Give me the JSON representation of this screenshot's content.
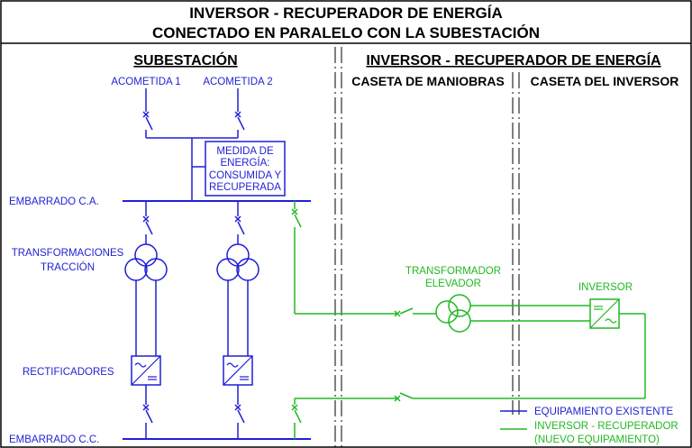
{
  "title": {
    "line1": "INVERSOR - RECUPERADOR DE ENERGÍA",
    "line2": "CONECTADO EN PARALELO CON LA SUBESTACIÓN"
  },
  "sections": {
    "subestacion": "SUBESTACIÓN",
    "inversor": "INVERSOR - RECUPERADOR DE ENERGÍA",
    "caseta_maniobras": "CASETA DE  MANIOBRAS",
    "caseta_inversor": "CASETA DEL INVERSOR"
  },
  "labels": {
    "acometida1": "ACOMETIDA 1",
    "acometida2": "ACOMETIDA 2",
    "medida": [
      "MEDIDA DE",
      "ENERGÍA:",
      "CONSUMIDA Y",
      "RECUPERADA"
    ],
    "embarrado_ca": "EMBARRADO C.A.",
    "transformaciones": [
      "TRANSFORMACIONES",
      "TRACCIÓN"
    ],
    "rectificadores": "RECTIFICADORES",
    "embarrado_cc": "EMBARRADO C.C.",
    "transformador_elevador": [
      "TRANSFORMADOR",
      "ELEVADOR"
    ],
    "inversor": "INVERSOR"
  },
  "legend": {
    "existente": "EQUIPAMIENTO EXISTENTE",
    "nuevo": [
      "INVERSOR - RECUPERADOR",
      "(NUEVO EQUIPAMIENTO)"
    ]
  },
  "colors": {
    "existing": "#1f1fd6",
    "new": "#22b822",
    "border": "#000000"
  }
}
